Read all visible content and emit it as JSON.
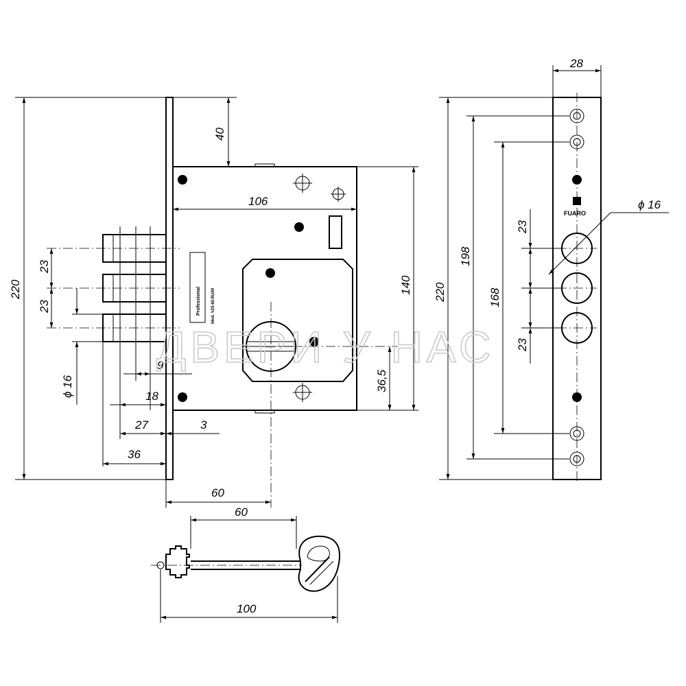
{
  "dimensions": {
    "total_height_left": "220",
    "top_offset": "40",
    "case_width": "106",
    "case_height": "140",
    "bolt_pitch_1": "23",
    "bolt_pitch_2": "23",
    "bolt_diameter": "ϕ 16",
    "bolt_offset_9": "9",
    "bolt_offset_18": "18",
    "bolt_offset_27": "27",
    "faceplate_thickness": "3",
    "bolt_throw": "36",
    "backset": "60",
    "cylinder_offset": "36,5",
    "strike_width": "28",
    "strike_height": "220",
    "hole_spacing_198": "198",
    "hole_spacing_168": "168",
    "strike_pitch_1": "23",
    "strike_pitch_2": "23",
    "strike_hole_diameter": "ϕ 16",
    "key_shank": "60",
    "key_length": "100"
  },
  "labels": {
    "lock_label_brand": "Professional",
    "lock_label_model": "Mod. V25-60.RU/M",
    "strike_brand": "FUARO"
  },
  "watermark": "ДВЕРИ У НАС"
}
